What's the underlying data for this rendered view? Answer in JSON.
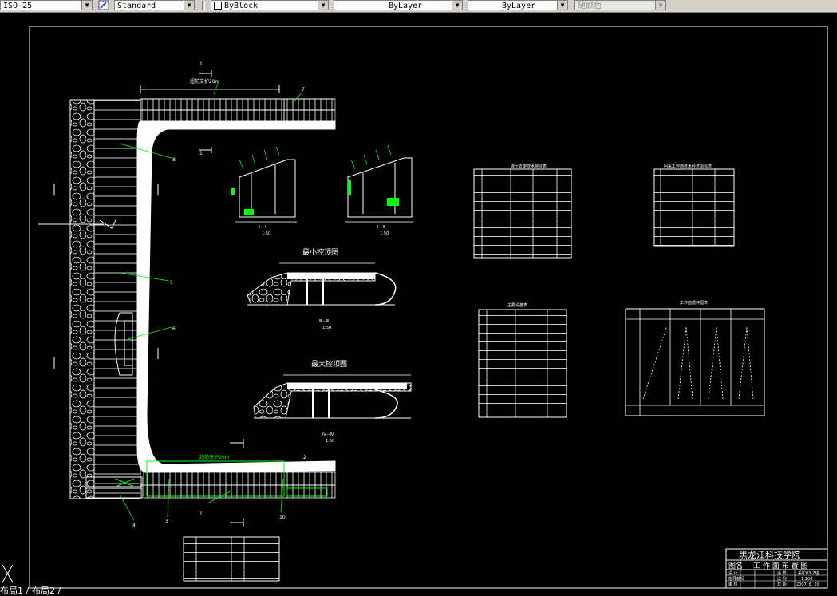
{
  "toolbar": {
    "dimstyle": "ISO-25",
    "textstyle": "Standard",
    "color": "ByBlock",
    "linetype": "ByLayer",
    "lineweight": "ByLayer",
    "plotstyle": "随颜色"
  },
  "drawing": {
    "section_top": "最小控顶图",
    "section_bottom": "最大控顶图",
    "table1_title": "液压支架技术特征表",
    "table2_title": "回采工作面技术经济指标表",
    "table3_title": "主要设备表",
    "table4_title": "工作面循环图表",
    "plan_top_label": "超前支护20m",
    "plan_bottom_label": "超前支护20m",
    "scale_a": "1:50",
    "scale_b": "1:50",
    "scale_c": "1:50",
    "scale_d": "1:50",
    "cut_a": "Ⅰ－Ⅰ",
    "cut_b": "Ⅱ－Ⅱ",
    "cut_c": "Ⅲ－Ⅲ",
    "cut_d": "Ⅳ－Ⅳ",
    "callouts": [
      "1",
      "2",
      "3",
      "4",
      "5",
      "6",
      "7",
      "8",
      "10"
    ]
  },
  "title_block": {
    "school": "黑龙江科技学院",
    "row_label": "图名",
    "drawing_name": "工 作 面 布 置 图",
    "r1": [
      "设 计",
      "",
      "设 校",
      "采矿03-2班"
    ],
    "r2": [
      "指导教师",
      "",
      "比 例",
      "1:100"
    ],
    "r3": [
      "审 核",
      "",
      "日 期",
      "2007. 6. 20"
    ]
  },
  "tabs": [
    "布局1",
    "布局2"
  ],
  "colors": {
    "line": "#ffffff",
    "accent": "#00ff00",
    "bg": "#000000",
    "toolbar": "#d4d0c8"
  }
}
